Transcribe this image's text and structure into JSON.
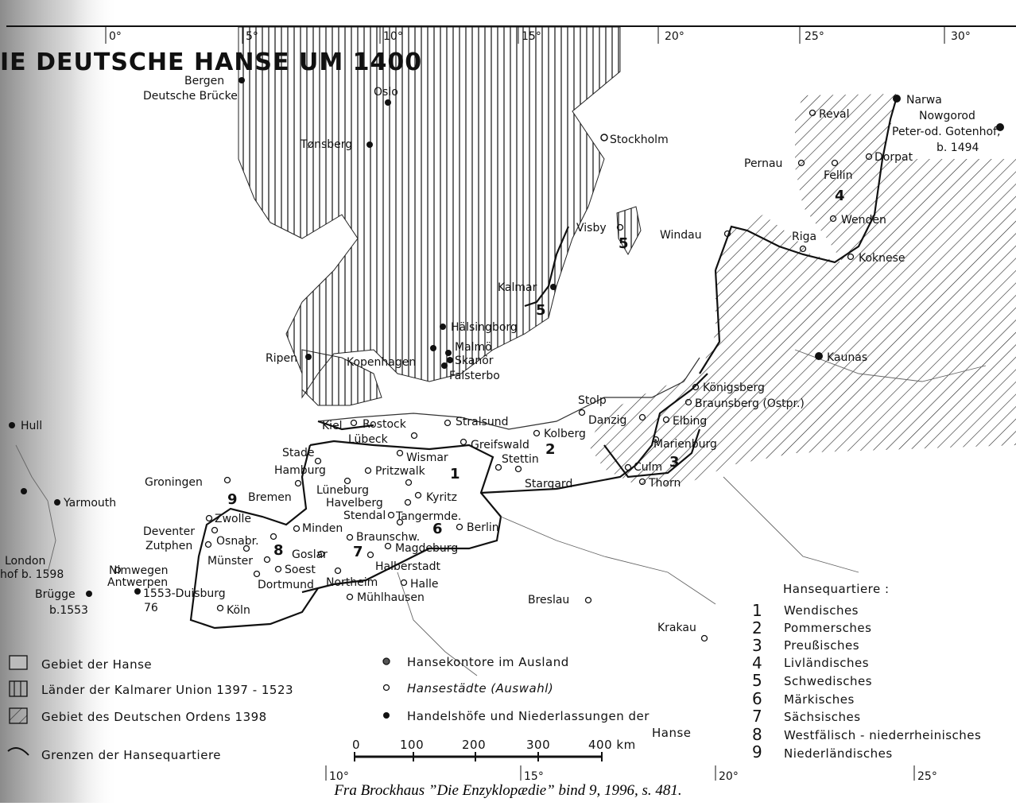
{
  "title": "IE DEUTSCHE HANSE  UM 1400",
  "caption": "Fra Brockhaus ”Die Enzyklopædie” bind 9, 1996, s. 481.",
  "colors": {
    "ink": "#111111",
    "paper": "#ffffff",
    "shading": "#555555"
  },
  "degrees_top": [
    "0°",
    "5°",
    "10°",
    "15°",
    "20°",
    "25°",
    "30°"
  ],
  "degrees_bottom": [
    "10°",
    "15°",
    "20°",
    "25°"
  ],
  "quarter_numbers": [
    "1",
    "2",
    "3",
    "4",
    "5",
    "6",
    "7",
    "8",
    "9"
  ],
  "cities": {
    "bergen": "Bergen",
    "deutsche_bruecke": "Deutsche Brücke",
    "oslo": "Oslo",
    "tonsberg": "Tønsberg",
    "stockholm": "Stockholm",
    "narwa": "Narwa",
    "nowgorod": "Nowgorod",
    "peterhof": "Peter-od. Gotenhof,",
    "peterhof_b": "b. 1494",
    "reval": "Reval",
    "pernau": "Pernau",
    "fellin": "Fellin",
    "dorpat": "Dorpat",
    "wenden": "Wenden",
    "visby": "Visby",
    "windau": "Windau",
    "riga": "Riga",
    "koknese": "Koknese",
    "kalmar": "Kalmar",
    "halsingborg": "Hälsingborg",
    "malmo": "Malmö",
    "kopenhagen": "Kopenhagen",
    "skanor": "Skanör",
    "falsterbo": "Falsterbo",
    "ripen": "Ripen",
    "kaunas": "Kaunas",
    "konigsberg": "Königsberg",
    "braunsberg": "Braunsberg (Ostpr.)",
    "stolp": "Stolp",
    "danzig": "Danzig",
    "elbing": "Elbing",
    "marienburg": "Marienburg",
    "culm": "Culm",
    "thorn": "Thorn",
    "hull": "Hull",
    "kiel": "Kiel",
    "rostock": "Rostock",
    "stralsund": "Stralsund",
    "lubeck": "Lübeck",
    "greifswald": "Greifswald",
    "kolberg": "Kolberg",
    "stade": "Stade",
    "wismar": "Wismar",
    "stettin": "Stettin",
    "hamburg": "Hamburg",
    "pritzwalk": "Pritzwalk",
    "stargard": "Stargard",
    "groningen": "Groningen",
    "luneburg": "Lüneburg",
    "bremen": "Bremen",
    "kyritz": "Kyritz",
    "havelberg": "Havelberg",
    "yarmouth": "Yarmouth",
    "zwolle": "Zwolle",
    "stendal": "Stendal",
    "tangermunde": "Tangermde.",
    "minden": "Minden",
    "berlin": "Berlin",
    "deventer": "Deventer",
    "osnabruck": "Osnabr.",
    "braunschweig": "Braunschw.",
    "zutphen": "Zutphen",
    "magdeburg": "Magdeburg",
    "goslar": "Goslar",
    "london": "London",
    "london_hof": "hof b. 1598",
    "munster": "Münster",
    "halberstadt": "Halberstadt",
    "nimwegen": "Nimwegen",
    "soest": "Soest",
    "antwerpen": "Antwerpen",
    "dortmund": "Dortmund",
    "northeim": "Northeim",
    "halle": "Halle",
    "brugge": "Brügge",
    "brugge_b": "b.1553",
    "duisburg": "1553-Duisburg",
    "duisburg_b": "76",
    "muhlhausen": "Mühlhausen",
    "breslau": "Breslau",
    "koln": "Köln",
    "krakau": "Krakau"
  },
  "legend": {
    "items": [
      "Gebiet der Hanse",
      "Länder der Kalmarer Union 1397 - 1523",
      "Gebiet des Deutschen Ordens 1398",
      "Grenzen der Hansequartiere"
    ],
    "symbols": [
      "Hansekontore im Ausland",
      "Hansestädte (Auswahl)",
      "Handelshöfe und Niederlassungen der",
      "Hanse"
    ]
  },
  "scale": {
    "ticks": [
      "0",
      "100",
      "200",
      "300",
      "400 km"
    ]
  },
  "quarters": {
    "heading": "Hansequartiere :",
    "items": [
      {
        "num": "1",
        "name": "Wendisches"
      },
      {
        "num": "2",
        "name": "Pommersches"
      },
      {
        "num": "3",
        "name": "Preußisches"
      },
      {
        "num": "4",
        "name": "Livländisches"
      },
      {
        "num": "5",
        "name": "Schwedisches"
      },
      {
        "num": "6",
        "name": "Märkisches"
      },
      {
        "num": "7",
        "name": "Sächsisches"
      },
      {
        "num": "8",
        "name": "Westfälisch - niederrheinisches"
      },
      {
        "num": "9",
        "name": "Niederländisches"
      }
    ]
  }
}
